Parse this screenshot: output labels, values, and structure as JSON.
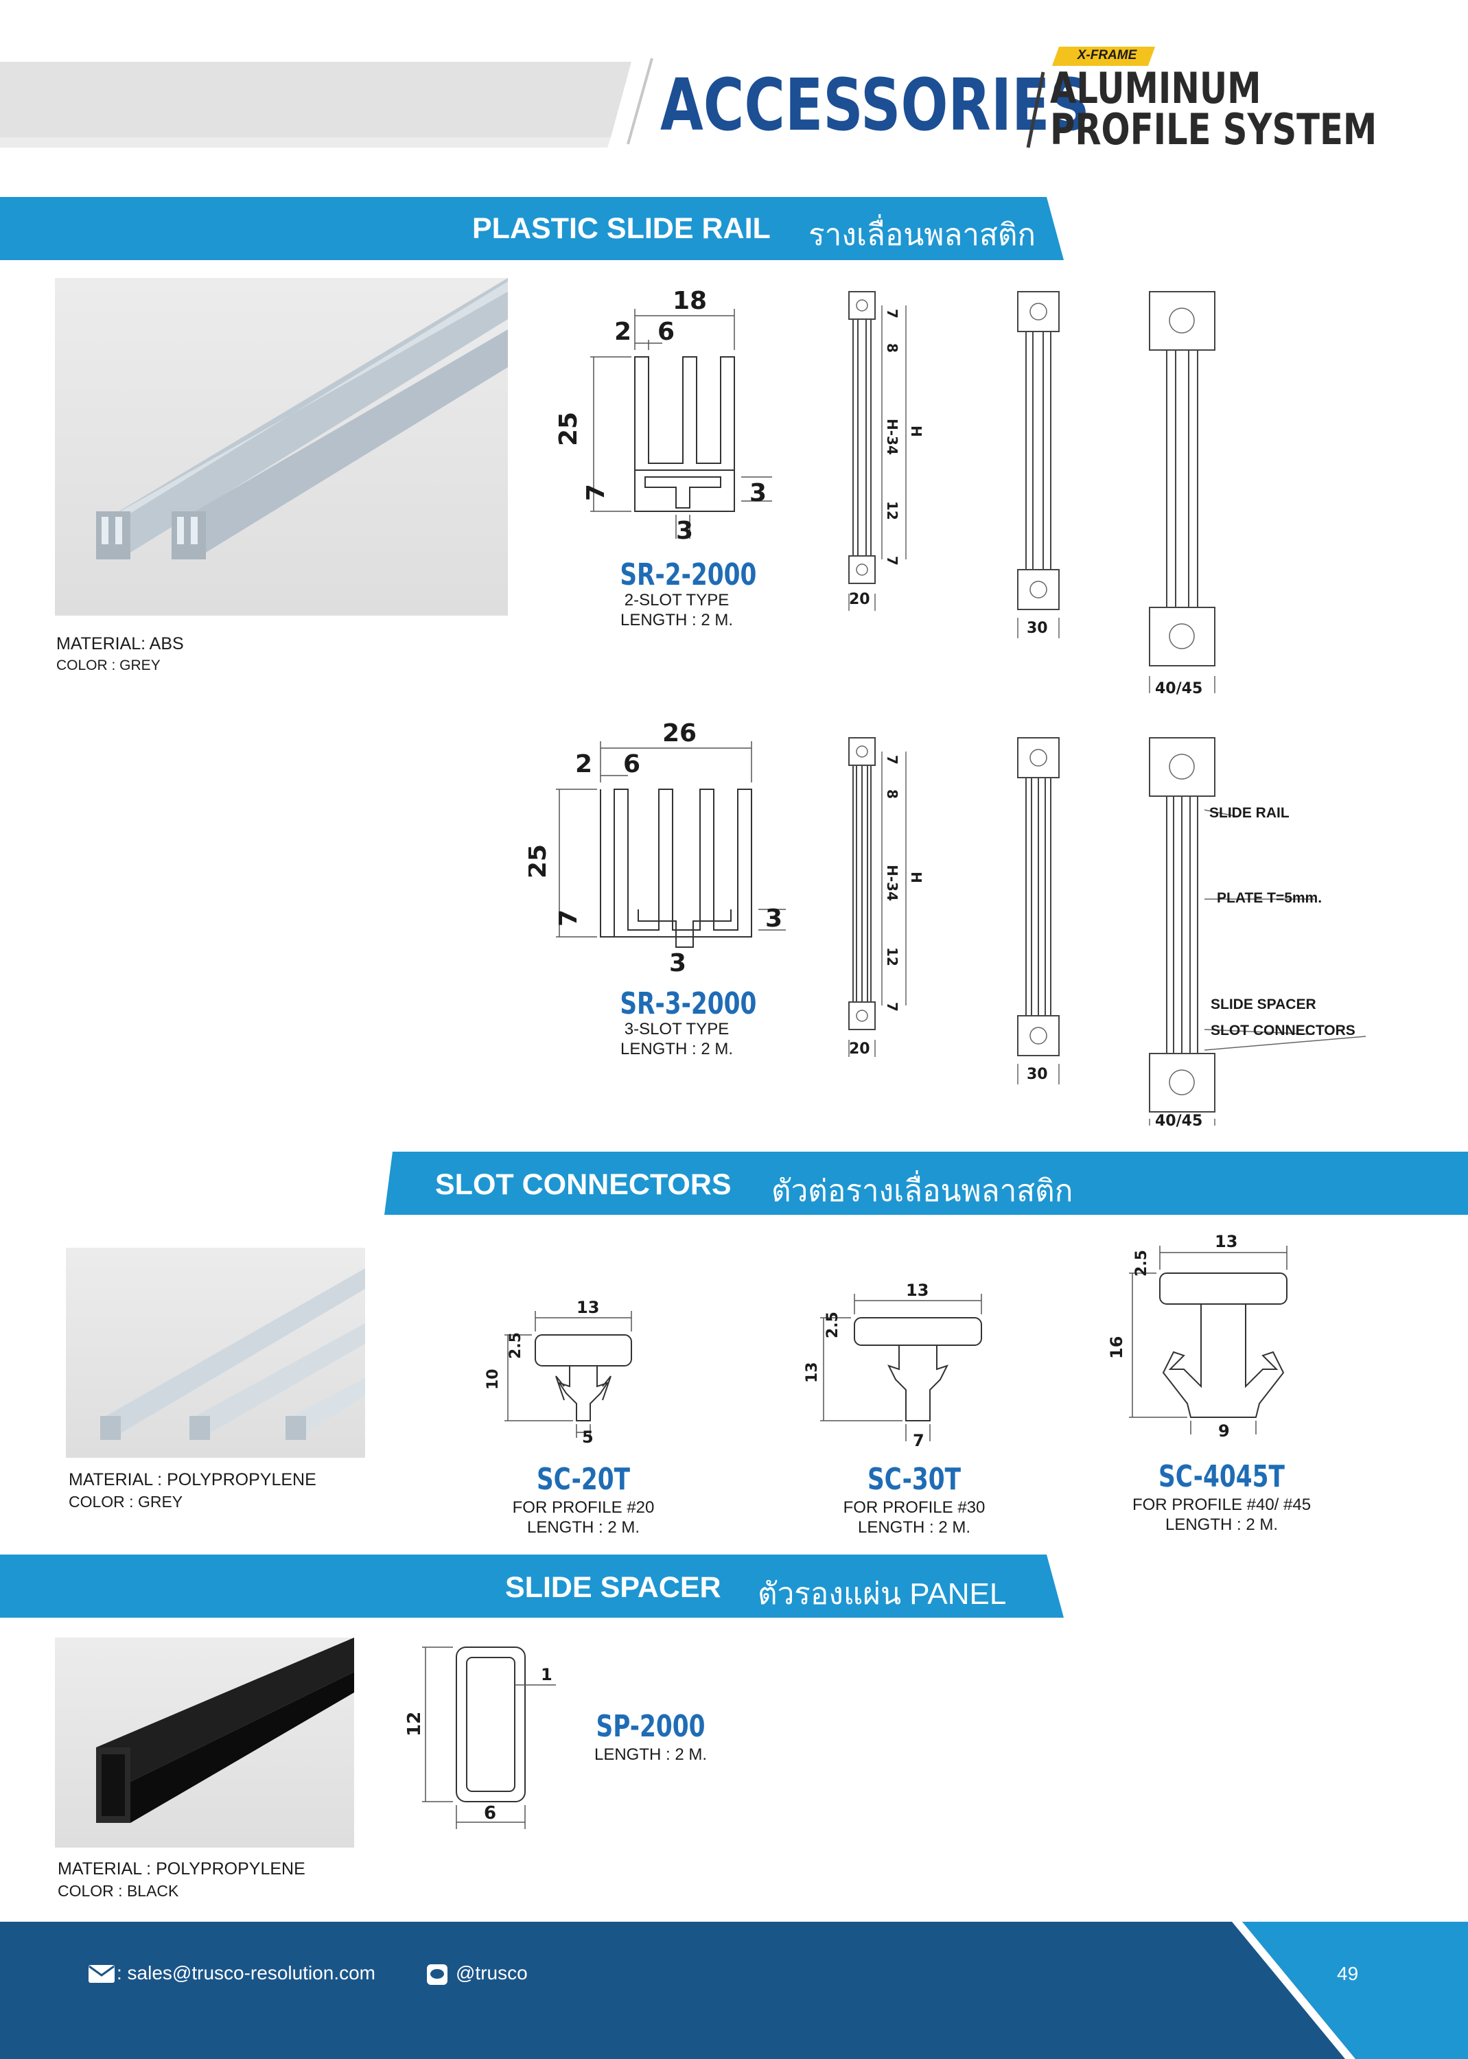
{
  "header": {
    "badge": "X-FRAME",
    "title": "ACCESSORIES",
    "subtitle_line1": "ALUMINUM",
    "subtitle_line2": "PROFILE SYSTEM"
  },
  "sections": {
    "slide_rail": {
      "title": "PLASTIC SLIDE RAIL",
      "title_thai": "รางเลื่อนพลาสติก",
      "material": "MATERIAL: ABS",
      "color": "COLOR : GREY",
      "products": [
        {
          "code": "SR-2-2000",
          "type": "2-SLOT TYPE",
          "length": "LENGTH : 2 M."
        },
        {
          "code": "SR-3-2000",
          "type": "3-SLOT TYPE",
          "length": "LENGTH : 2 M."
        }
      ],
      "callouts": [
        "SLIDE RAIL",
        "PLATE T=5mm.",
        "SLIDE SPACER",
        "SLOT CONNECTORS"
      ]
    },
    "slot_connectors": {
      "title": "SLOT CONNECTORS",
      "title_thai": "ตัวต่อรางเลื่อนพลาสติก",
      "material": "MATERIAL : POLYPROPYLENE",
      "color": "COLOR : GREY",
      "products": [
        {
          "code": "SC-20T",
          "profile": "FOR PROFILE #20",
          "length": "LENGTH : 2 M."
        },
        {
          "code": "SC-30T",
          "profile": "FOR PROFILE #30",
          "length": "LENGTH : 2 M."
        },
        {
          "code": "SC-4045T",
          "profile": "FOR PROFILE #40/ #45",
          "length": "LENGTH : 2 M."
        }
      ]
    },
    "slide_spacer": {
      "title": "SLIDE SPACER",
      "title_thai": "ตัวรองแผ่น PANEL",
      "material": "MATERIAL : POLYPROPYLENE",
      "color": "COLOR : BLACK",
      "product": {
        "code": "SP-2000",
        "length": "LENGTH : 2 M."
      }
    }
  },
  "footer": {
    "email": ": sales@trusco-resolution.com",
    "line_id": "@trusco",
    "page_number": "49"
  }
}
